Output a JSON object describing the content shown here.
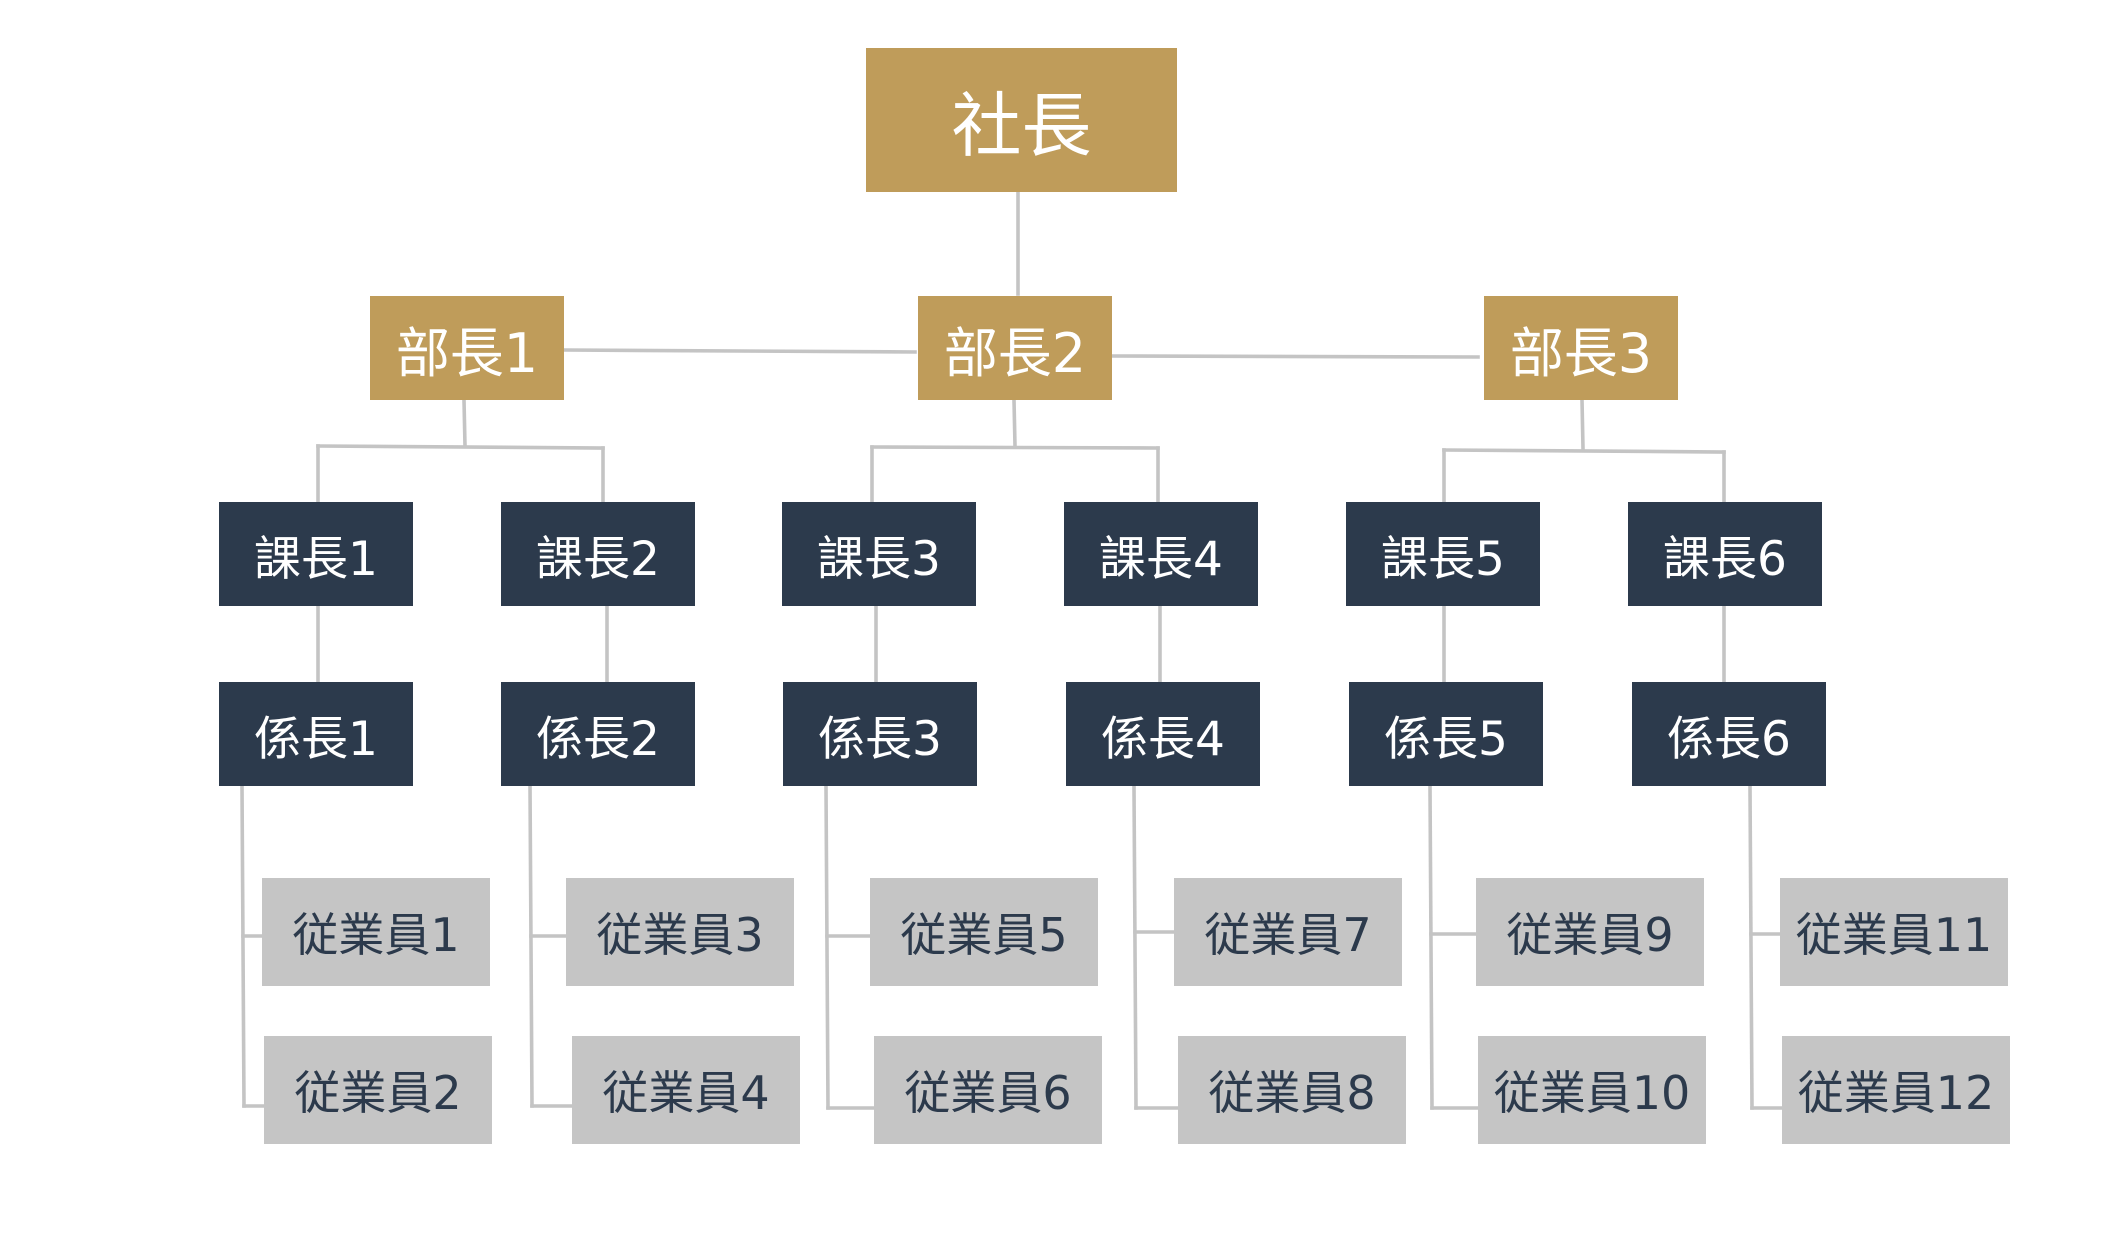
{
  "org_chart": {
    "president": "社長",
    "directors": [
      "部長1",
      "部長2",
      "部長3"
    ],
    "section_chiefs": [
      "課長1",
      "課長2",
      "課長3",
      "課長4",
      "課長5",
      "課長6"
    ],
    "subsection_chiefs": [
      "係長1",
      "係長2",
      "係長3",
      "係長4",
      "係長5",
      "係長6"
    ],
    "employees": [
      "従業員1",
      "従業員2",
      "従業員3",
      "従業員4",
      "従業員5",
      "従業員6",
      "従業員7",
      "従業員8",
      "従業員9",
      "従業員10",
      "従業員11",
      "従業員12"
    ],
    "relations": {
      "president_to_director": [
        0,
        0,
        0
      ],
      "director_to_section": [
        0,
        0,
        1,
        1,
        2,
        2
      ],
      "section_to_subsection": [
        0,
        1,
        2,
        3,
        4,
        5
      ],
      "subsection_to_employee": [
        0,
        0,
        1,
        1,
        2,
        2,
        3,
        3,
        4,
        4,
        5,
        5
      ]
    },
    "colors": {
      "president_director": "#bf9c5a",
      "managers": "#2c3a4c",
      "employees": "#c5c5c5",
      "connector": "#c4c4c4",
      "employee_text": "#2c3a4c",
      "label_text": "#ffffff"
    }
  }
}
